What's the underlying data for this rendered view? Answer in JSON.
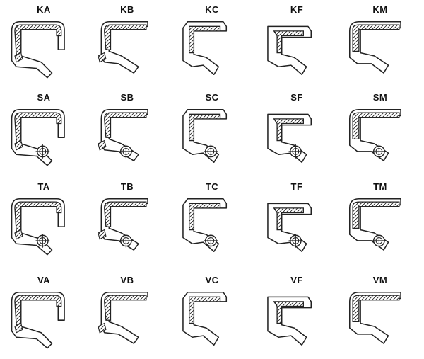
{
  "diagram": {
    "rows": [
      [
        {
          "label": "KA",
          "design": "A",
          "spring": false
        },
        {
          "label": "KB",
          "design": "B",
          "spring": false
        },
        {
          "label": "KC",
          "design": "C",
          "spring": false
        },
        {
          "label": "KF",
          "design": "F",
          "spring": false
        },
        {
          "label": "KM",
          "design": "M",
          "spring": false
        }
      ],
      [
        {
          "label": "SA",
          "design": "A",
          "spring": true
        },
        {
          "label": "SB",
          "design": "B",
          "spring": true
        },
        {
          "label": "SC",
          "design": "C",
          "spring": true
        },
        {
          "label": "SF",
          "design": "F",
          "spring": true
        },
        {
          "label": "SM",
          "design": "M",
          "spring": true
        }
      ],
      [
        {
          "label": "TA",
          "design": "A",
          "spring": true
        },
        {
          "label": "TB",
          "design": "B",
          "spring": true
        },
        {
          "label": "TC",
          "design": "C",
          "spring": true
        },
        {
          "label": "TF",
          "design": "F",
          "spring": true
        },
        {
          "label": "TM",
          "design": "M",
          "spring": true
        }
      ],
      [
        {
          "label": "VA",
          "design": "A",
          "spring": false
        },
        {
          "label": "VB",
          "design": "B",
          "spring": false
        },
        {
          "label": "VC",
          "design": "C",
          "spring": false
        },
        {
          "label": "VF",
          "design": "F",
          "spring": false
        },
        {
          "label": "VM",
          "design": "M",
          "spring": false
        }
      ]
    ],
    "colors": {
      "ink": "#222222",
      "fill": "#ffffff"
    }
  }
}
